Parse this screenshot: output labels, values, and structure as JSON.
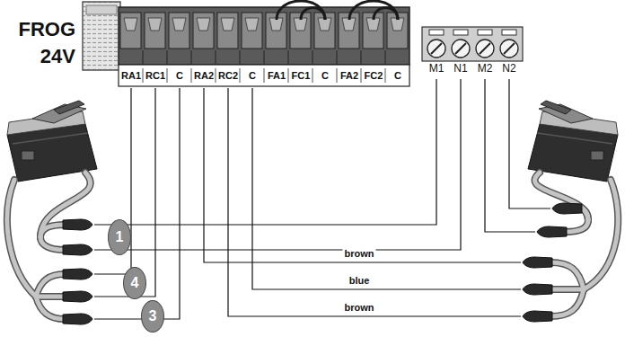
{
  "diagram": {
    "nodes": [
      {
        "text": [
          "1"
        ]
      },
      {
        "text": [
          "4"
        ]
      },
      {
        "text": [
          "3"
        ]
      }
    ],
    "labels": [
      "FROG 24V",
      "RA1",
      "RC1",
      "C",
      "RA2",
      "RC2",
      "C",
      "FA1",
      "FC1",
      "C",
      "FA2",
      "FC2",
      "C",
      "M1",
      "N1",
      "M2",
      "N2",
      "brown",
      "blue",
      "brown"
    ]
  }
}
